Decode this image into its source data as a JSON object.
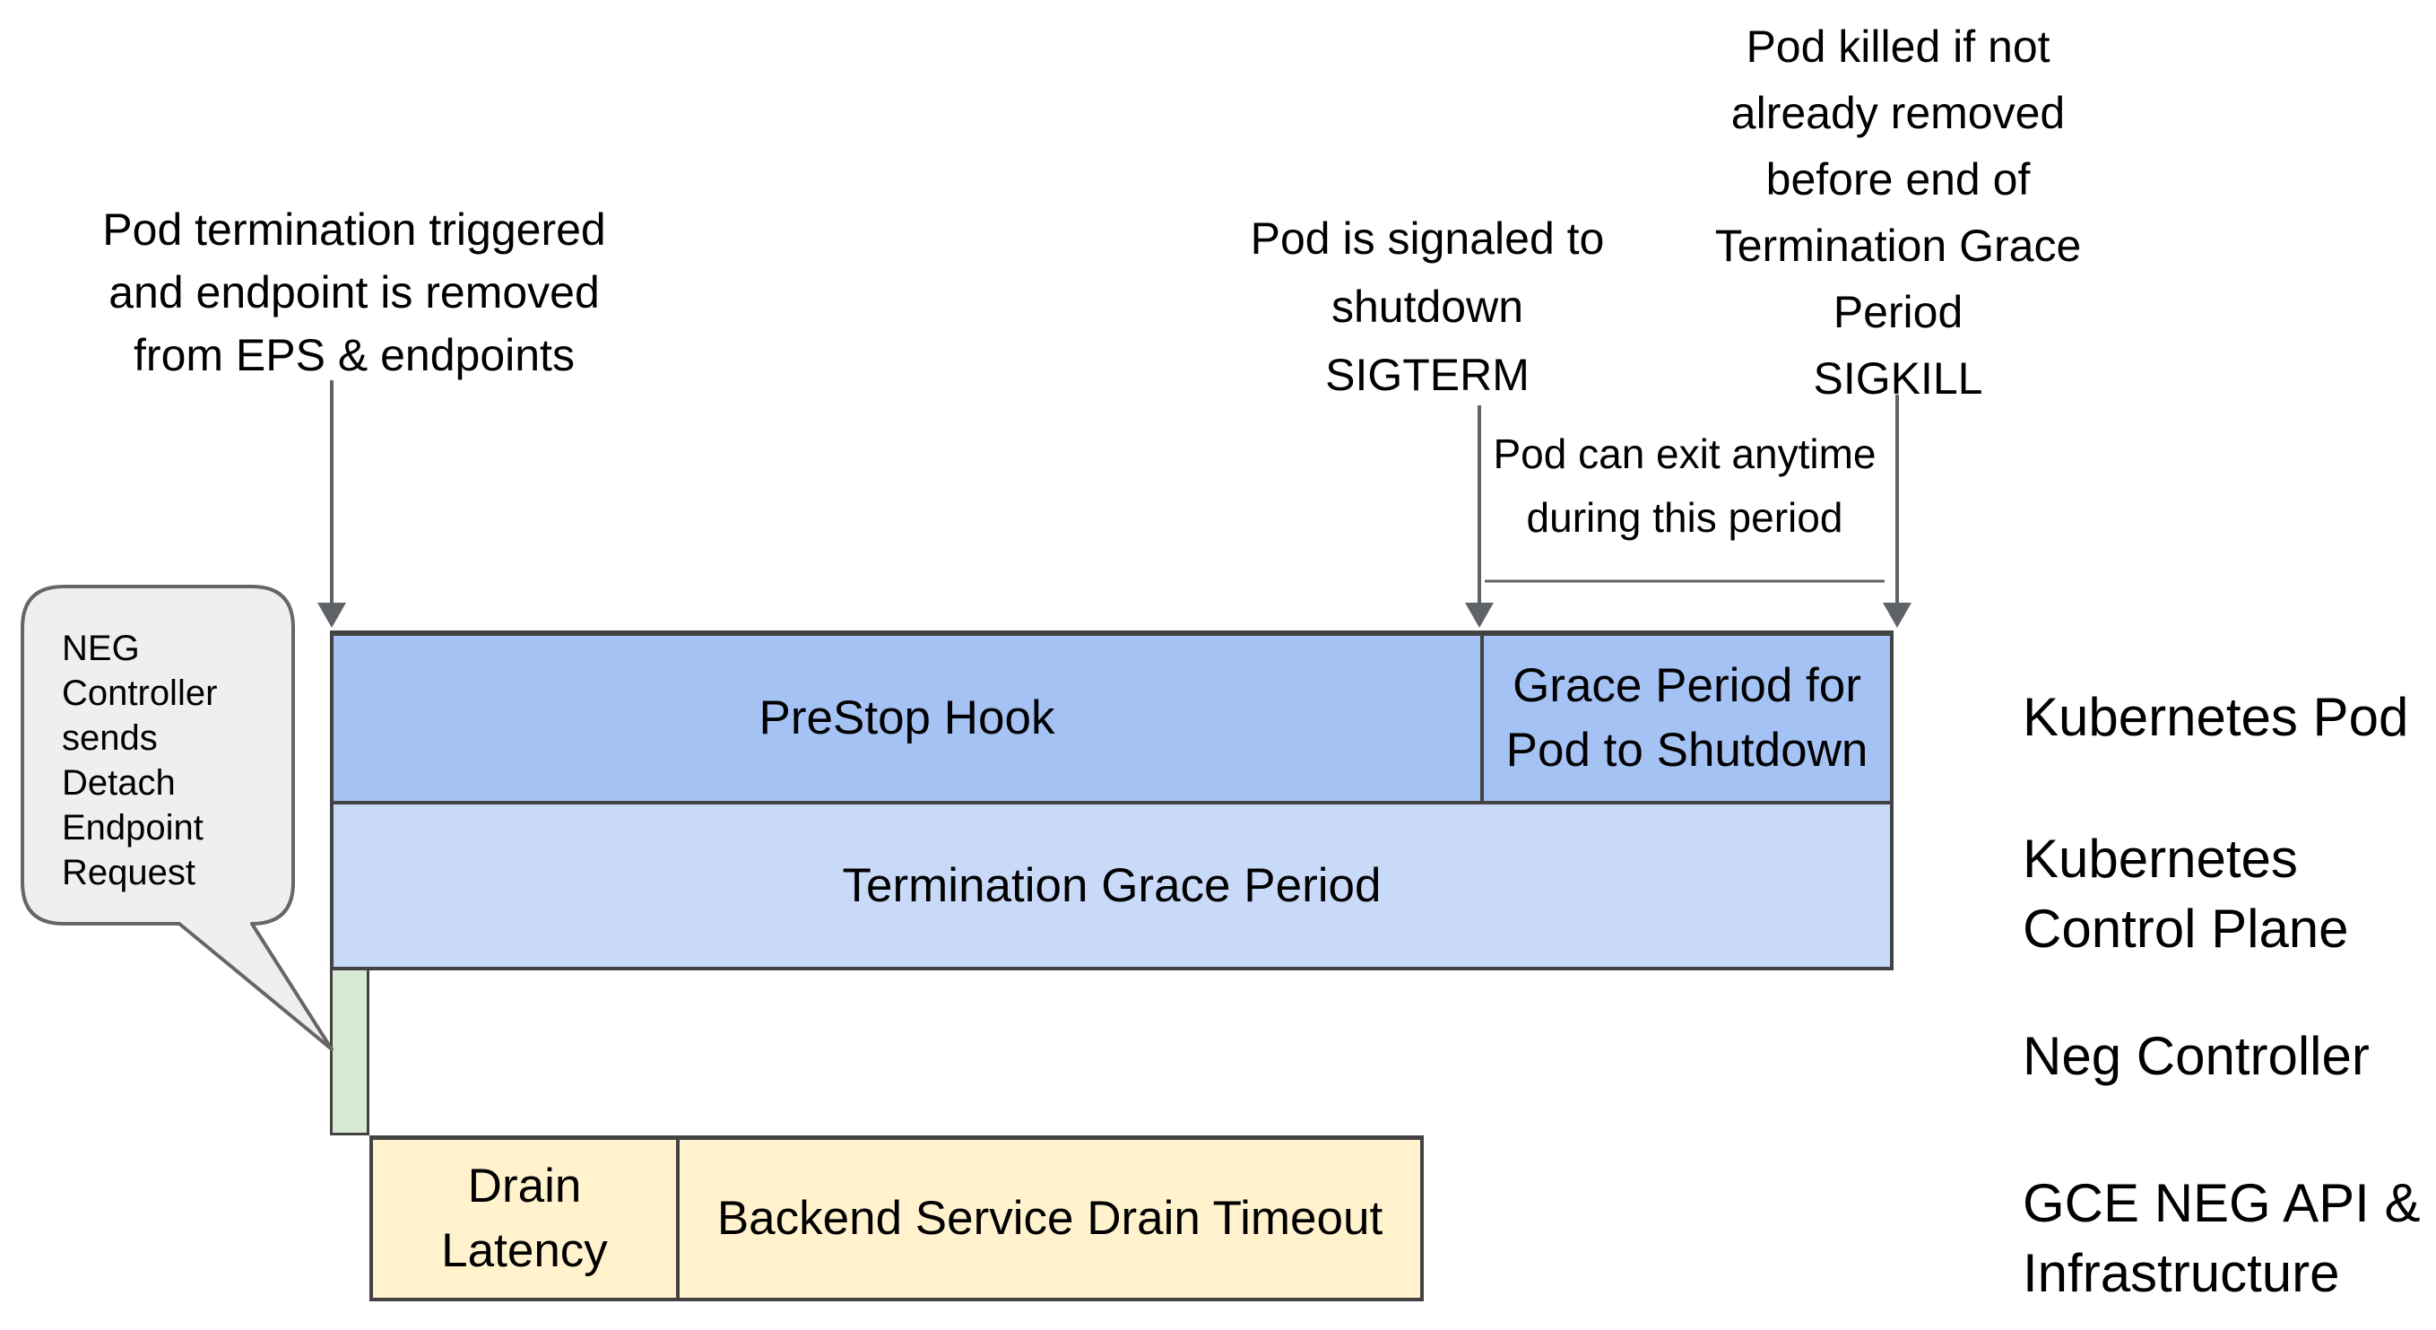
{
  "annotations": {
    "pod_termination": {
      "lines": [
        "Pod termination triggered",
        "and endpoint is removed",
        "from EPS & endpoints"
      ]
    },
    "sigterm": {
      "lines": [
        "Pod is signaled to",
        "shutdown",
        "SIGTERM"
      ]
    },
    "sigkill": {
      "lines": [
        "Pod killed if not",
        "already removed",
        "before end of",
        "Termination Grace",
        "Period",
        "SIGKILL"
      ]
    },
    "exit_note": {
      "lines": [
        "Pod can exit anytime",
        "during this period"
      ]
    }
  },
  "bubble": {
    "lines": [
      "NEG",
      "Controller",
      "sends",
      "Detach",
      "Endpoint",
      "Request"
    ]
  },
  "bars": {
    "prestop_label": "PreStop Hook",
    "grace_shutdown_lines": [
      "Grace Period for",
      "Pod to Shutdown"
    ],
    "termination_grace_label": "Termination Grace Period",
    "drain_latency_lines": [
      "Drain",
      "Latency"
    ],
    "backend_drain_label": "Backend Service Drain Timeout"
  },
  "lanes": [
    {
      "label_lines": [
        "Kubernetes Pod"
      ]
    },
    {
      "label_lines": [
        "Kubernetes",
        "Control Plane"
      ]
    },
    {
      "label_lines": [
        "Neg Controller"
      ]
    },
    {
      "label_lines": [
        "GCE NEG API &",
        "Infrastructure"
      ]
    }
  ],
  "colors": {
    "blue1": "#a4c2f4",
    "blue2": "#c9daf8",
    "green": "#d9ead3",
    "yellow": "#fff2cc",
    "bubble": "#efefef",
    "border": "#434343",
    "arrow": "#5f6368"
  }
}
